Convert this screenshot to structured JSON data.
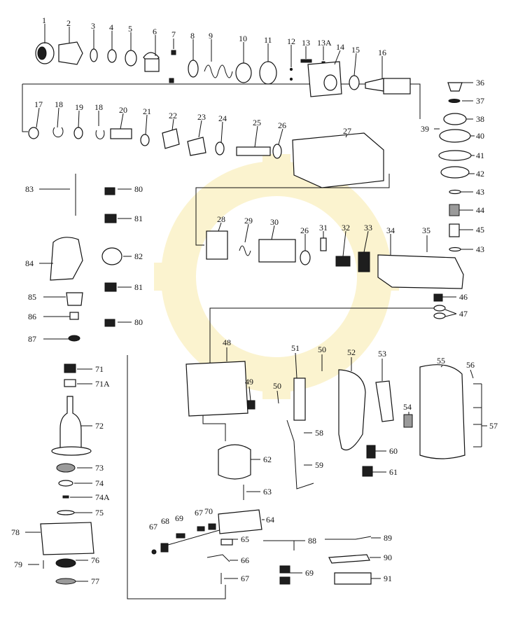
{
  "background_color": "#ffffff",
  "ink_color": "#111111",
  "watermark_color": "#fbf3cf",
  "part_labels": [
    "1",
    "2",
    "3",
    "4",
    "5",
    "6",
    "7",
    "8",
    "9",
    "10",
    "11",
    "12",
    "13",
    "13A",
    "14",
    "15",
    "16",
    "17",
    "18",
    "19",
    "18",
    "20",
    "21",
    "22",
    "23",
    "24",
    "25",
    "26",
    "27",
    "36",
    "37",
    "38",
    "39",
    "40",
    "41",
    "42",
    "43",
    "44",
    "45",
    "43",
    "83",
    "80",
    "81",
    "82",
    "81",
    "80",
    "28",
    "29",
    "30",
    "26",
    "31",
    "32",
    "33",
    "34",
    "35",
    "84",
    "85",
    "86",
    "87",
    "46",
    "47",
    "48",
    "51",
    "50",
    "52",
    "53",
    "55",
    "56",
    "49",
    "50",
    "57",
    "54",
    "71",
    "71A",
    "72",
    "73",
    "74",
    "74A",
    "75",
    "76",
    "77",
    "78",
    "79",
    "58",
    "59",
    "60",
    "61",
    "62",
    "63",
    "64",
    "65",
    "66",
    "67",
    "67",
    "68",
    "69",
    "70",
    "67",
    "88",
    "89",
    "90",
    "91",
    "69"
  ]
}
